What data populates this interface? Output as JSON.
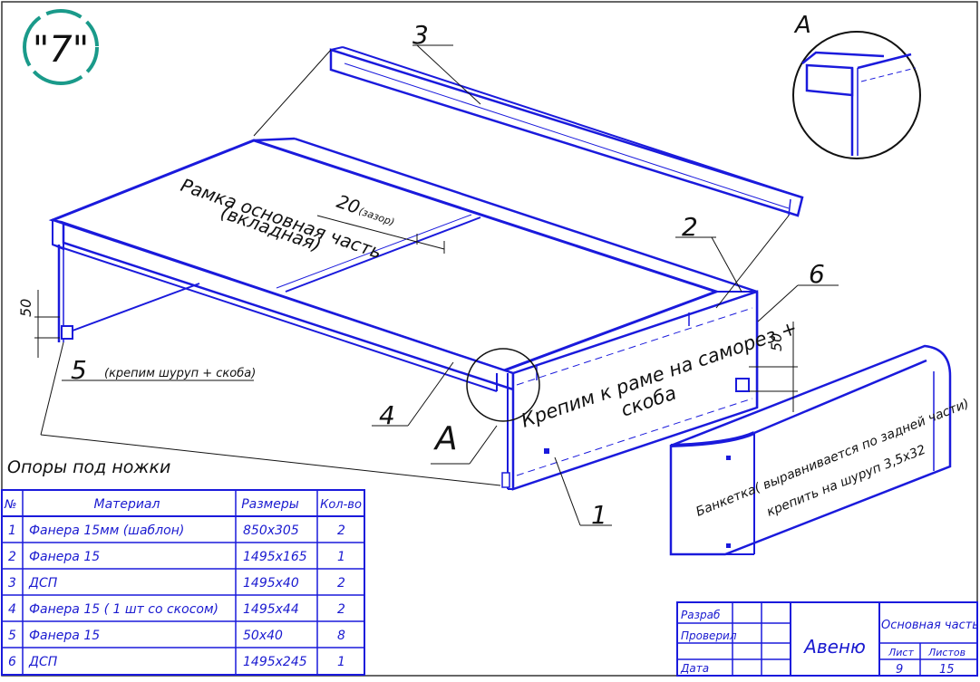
{
  "badge": "\"7\"",
  "view_a": {
    "label": "A"
  },
  "callouts": {
    "one": "1",
    "two": "2",
    "three": "3",
    "four": "4",
    "five": "5",
    "six": "6",
    "a": "A"
  },
  "annotations": {
    "frame_line1": "Рамка основная часть",
    "frame_line2": "(вкладная)",
    "gap_value": "20",
    "gap_note": "(зазор)",
    "fasten_line1": "Крепим к раме на саморез +",
    "fasten_line2": "скоба",
    "dim_left": "50",
    "dim_right": "50",
    "five_note": "(крепим шуруп + скоба)",
    "supports": "Опоры под ножки",
    "bench_line1": "Банкетка( выравнивается по задней части)",
    "bench_line2": "крепить на шуруп 3,5х32"
  },
  "parts_table": {
    "headers": [
      "№",
      "Материал",
      "Размеры",
      "Кол-во"
    ],
    "rows": [
      [
        "1",
        "Фанера 15мм  (шаблон)",
        "850х305",
        "2"
      ],
      [
        "2",
        "Фанера 15",
        "1495х165",
        "1"
      ],
      [
        "3",
        "ДСП",
        "1495х40",
        "2"
      ],
      [
        "4",
        "Фанера 15 ( 1 шт со скосом)",
        "1495х44",
        "2"
      ],
      [
        "5",
        "Фанера 15",
        "50х40",
        "8"
      ],
      [
        "6",
        "ДСП",
        "1495х245",
        "1"
      ]
    ]
  },
  "title_block": {
    "developed": "Разраб",
    "checked": "Проверил",
    "date": "Дата",
    "company": "Авеню",
    "part_name": "Основная часть",
    "sheet_label": "Лист",
    "sheets_label": "Листов",
    "sheet": "9",
    "sheets": "15"
  },
  "colors": {
    "ink": "#1a1adc",
    "badge": "#1a9a8a"
  }
}
